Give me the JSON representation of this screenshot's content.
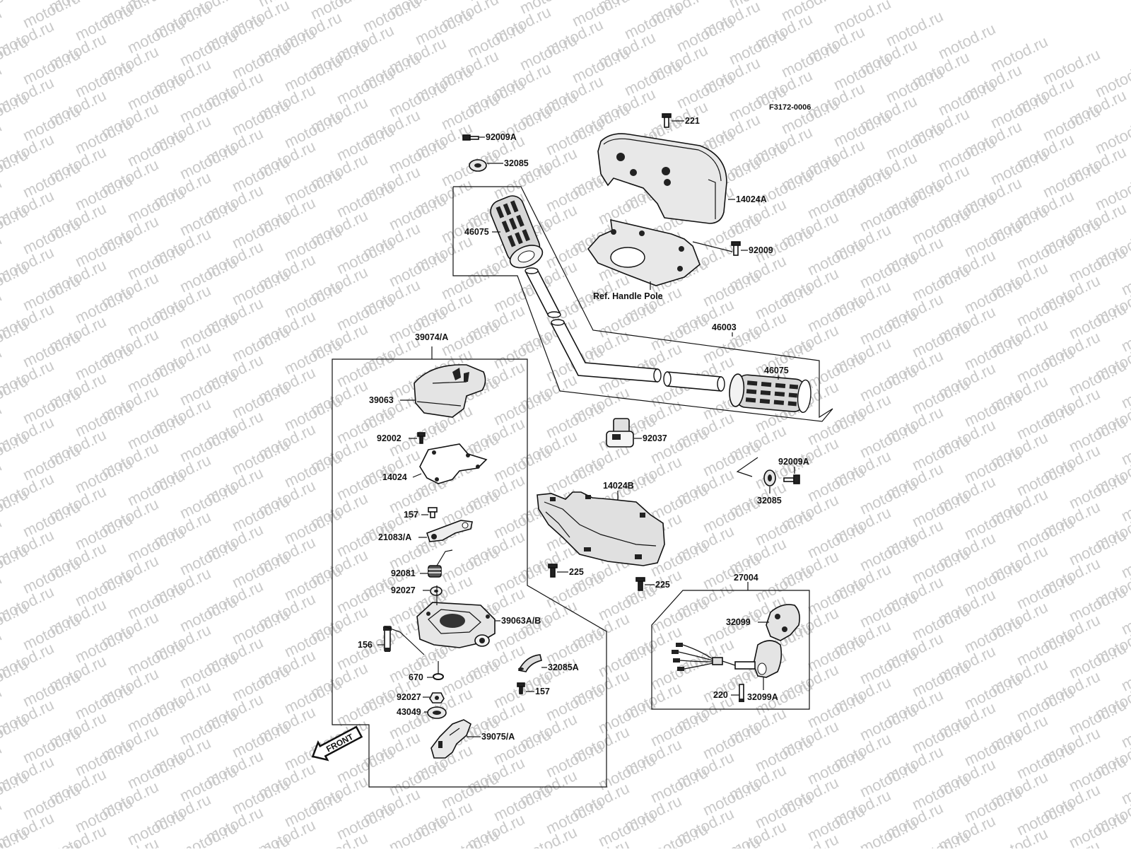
{
  "figure_code": "F3172-0006",
  "watermark": "motod.ru",
  "ref_note": "Ref. Handle Pole",
  "front_label": "FRONT",
  "labels": {
    "screw_221": "221",
    "bolt_92009A_top": "92009A",
    "washer_32085_top": "32085",
    "cover_14024A": "14024A",
    "grip_46075_left": "46075",
    "screw_92009": "92009",
    "handlebar_46003": "46003",
    "grip_46075_right": "46075",
    "clamp_92037": "92037",
    "bolt_92009A_right": "92009A",
    "washer_32085_right": "32085",
    "cover_14024B": "14024B",
    "screw_225_left": "225",
    "screw_225_right": "225",
    "throttle_assy_39074A": "39074/A",
    "cover_39063": "39063",
    "screw_92002": "92002",
    "gasket_14024": "14024",
    "screw_157_top": "157",
    "lever_21083A": "21083/A",
    "spring_92081": "92081",
    "washer_92027_top": "92027",
    "case_39063AB": "39063A/B",
    "screw_156": "156",
    "collar_32085A": "32085A",
    "oring_670": "670",
    "screw_157_bottom": "157",
    "washer_92027_bottom": "92027",
    "seal_43049": "43049",
    "lever_39075A": "39075/A",
    "switch_assy_27004": "27004",
    "housing_32099": "32099",
    "screw_220": "220",
    "housing_32099A": "32099A"
  }
}
